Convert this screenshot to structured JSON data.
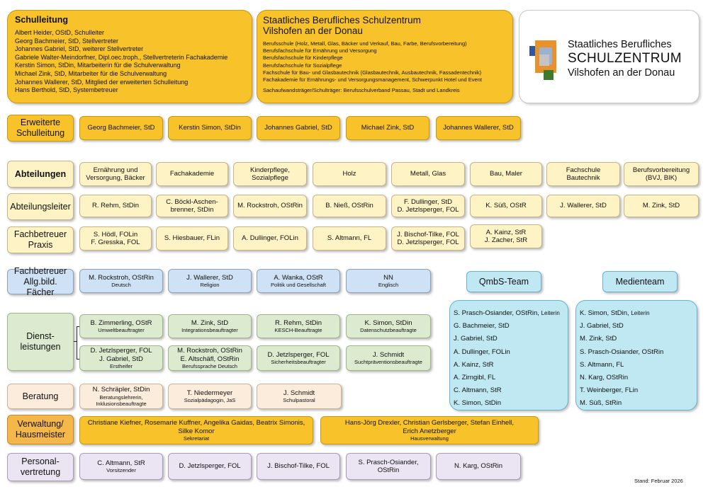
{
  "schulleitung": {
    "title": "Schulleitung",
    "members": [
      "Albert Heider, OStD, Schulleiter",
      "Georg Bachmeier, StD, Stellvertreter",
      "Johannes Gabriel, StD, weiterer Stellvertreter",
      "Gabriele Walter-Meindorfner, Dipl.oec.troph., Stellvertreterin Fachakademie",
      "Kerstin Simon, StDin, Mitarbeiterin für die Schulverwaltung",
      "Michael Zink, StD, Mitarbeiter für die Schulverwaltung",
      "Johannes Wallerer, StD, Mitglied der erweiterten Schulleitung",
      "Hans Berthold, StD, Systembetreuer"
    ]
  },
  "school": {
    "title_line1": "Staatliches Berufliches Schulzentrum",
    "title_line2": "Vilshofen an der Donau",
    "types": [
      "Berufsschule (Holz, Metall, Glas, Bäcker und Verkauf, Bau, Farbe, Berufsvorbereitung)",
      "Berufsfachschule für Ernährung und Versorgung",
      "Berufsfachschule für Kinderpflege",
      "Berufsfachschule für Sozialpflege",
      "Fachschule für Bau- und Glasbautechnik (Glasbautechnik, Ausbautechnik, Fassadentechnik)",
      "Fachakademie für Ernährungs- und Versorgungsmanagement, Schwerpunkt Hotel und Event"
    ],
    "traeger": "Sachaufwandsträger/Schulträger: Berufsschulverband Passau, Stadt und Landkreis"
  },
  "logo": {
    "line1": "Staatliches Berufliches",
    "line2": "SCHULZENTRUM",
    "line3": "Vilshofen an der Donau"
  },
  "erweiterte": {
    "label": "Erweiterte Schulleitung",
    "cells": [
      "Georg Bachmeier, StD",
      "Kerstin Simon, StDin",
      "Johannes Gabriel, StD",
      "Michael Zink, StD",
      "Johannes Wallerer, StD"
    ]
  },
  "abteilungen": {
    "label": "Abteilungen",
    "cells": [
      "Ernährung und Versorgung, Bäcker",
      "Fachakademie",
      "Kinderpflege, Sozialpflege",
      "Holz",
      "Metall, Glas",
      "Bau, Maler",
      "Fachschule Bautechnik",
      "Berufsvorbereitung (BVJ, BIK)"
    ]
  },
  "abteilungsleiter": {
    "label": "Abteilungsleiter",
    "cells": [
      "R. Rehm, StDin",
      "C. Böckl-Aschen-brenner, StDin",
      "M. Rockstroh, OStRin",
      "B. Nieß, OStRin",
      "F. Dullinger, StD / D. Jetzlsperger, FOL",
      "K. Süß, OStR",
      "J. Wallerer, StD",
      "M. Zink, StD"
    ]
  },
  "fachbetreuer_praxis": {
    "label": "Fachbetreuer Praxis",
    "cells": [
      "S. Hödl, FOLin / F. Gresska, FOL",
      "S. Hiesbauer, FLin",
      "A. Dullinger, FOLin",
      "S. Altmann, FL",
      "J. Bischof-Tilke, FOL / D. Jetzlsperger, FOL",
      "A. Kainz, StR / J. Zacher, StR"
    ]
  },
  "fachbetreuer_allg": {
    "label_line1": "Fachbetreuer",
    "label_line2": "Allg.bild. Fächer",
    "cells": [
      {
        "name": "M. Rockstroh, OStRin",
        "sub": "Deutsch"
      },
      {
        "name": "J. Wallerer, StD",
        "sub": "Religion"
      },
      {
        "name": "A. Wanka, OStR",
        "sub": "Politik und Gesellschaft"
      },
      {
        "name": "NN",
        "sub": "Englisch"
      }
    ]
  },
  "dienstleistungen": {
    "label": "Dienst-leistungen",
    "row1": [
      {
        "name": "B. Zimmerling, OStR",
        "sub": "Umweltbeauftragter"
      },
      {
        "name": "M. Zink, StD",
        "sub": "Integrationsbeauftragter"
      },
      {
        "name": "R. Rehm, StDin",
        "sub": "KESCH-Beauftragte"
      },
      {
        "name": "K. Simon, StDin",
        "sub": "Datenschutzbeauftragte"
      }
    ],
    "row2": [
      {
        "name": "D. Jetzlsperger, FOL / J. Gabriel, StD",
        "sub": "Erstheifer"
      },
      {
        "name": "M. Rockstroh, OStRin / E. Altschäfl, OStRin",
        "sub": "Berufssprache Deutsch"
      },
      {
        "name": "D. Jetzlsperger, FOL",
        "sub": "Sicherheitsbeauftragter"
      },
      {
        "name": "J. Schmidt",
        "sub": "Suchtpräventionsbeauftragte"
      }
    ]
  },
  "beratung": {
    "label": "Beratung",
    "cells": [
      {
        "name": "N. Schräpler, StDin",
        "sub1": "Beratungslehrerin,",
        "sub2": "Inklusionsbeauftragte"
      },
      {
        "name": "T. Niedermeyer",
        "sub1": "Sozialpädagogin, JaS",
        "sub2": ""
      },
      {
        "name": "J. Schmidt",
        "sub1": "Schulpastoral",
        "sub2": ""
      }
    ]
  },
  "verwaltung": {
    "label": "Verwaltung/ Hausmeister",
    "cells": [
      {
        "name1": "Christiane Kiefner, Rosemarie Kuffner, Angelika Gaidas, Beatrix Simonis,",
        "name2": "Silke Komor",
        "sub": "Sekretariat"
      },
      {
        "name1": "Hans-Jörg Drexler, Christian Gerlsberger, Stefan Einhell,",
        "name2": "Erich Anetzberger",
        "sub": "Hausverwaltung"
      }
    ]
  },
  "personalvertretung": {
    "label": "Personal-vertretung",
    "cells": [
      {
        "name": "C. Altmann, StR",
        "sub": "Vorsitzender"
      },
      {
        "name": "D. Jetzlsperger, FOL",
        "sub": ""
      },
      {
        "name": "J. Bischof-Tilke, FOL",
        "sub": ""
      },
      {
        "name": "S. Prasch-Osiander, OStRin",
        "sub": ""
      },
      {
        "name": "N. Karg, OStRin",
        "sub": ""
      }
    ]
  },
  "qmbs": {
    "title": "QmbS-Team",
    "members": [
      "S. Prasch-Osiander, OStRin,",
      "G. Bachmeier, StD",
      "J. Gabriel, StD",
      "A. Dullinger, FOLin",
      "A. Kainz, StR",
      "A. Zirngibl, FL",
      "C. Altmann, StR",
      "K. Simon, StDin"
    ],
    "leader_note": "Leiterin"
  },
  "medienteam": {
    "title": "Medienteam",
    "members": [
      "K. Simon, StDin,",
      "J. Gabriel, StD",
      "M. Zink, StD",
      "S. Prasch-Osiander, OStRin",
      "S. Altmann, FL",
      "N. Karg, OStRin",
      "T. Weinberger, FLin",
      "M. Süß, StRin"
    ],
    "leader_note": "Leiterin"
  },
  "footer": {
    "stand": "Stand: Februar 2026"
  },
  "colors": {
    "gold": "#f7c22a",
    "cream": "#fdf3c4",
    "blue": "#cfe2f5",
    "green": "#dcebcf",
    "beige": "#fcecdc",
    "lavender": "#ebe4f2",
    "orange": "#f4b74a",
    "cyan": "#bfe8f3"
  }
}
